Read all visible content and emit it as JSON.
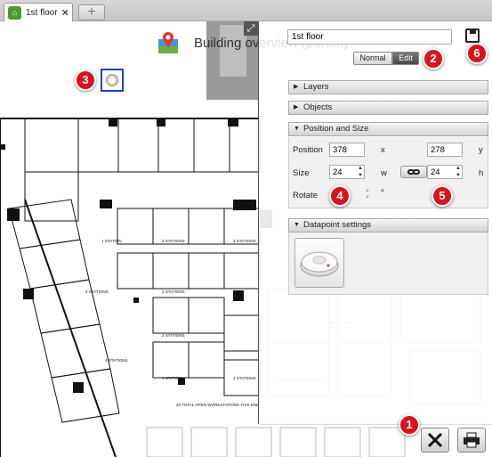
{
  "tab": {
    "label": "1st floor",
    "close": "✕",
    "add": "+"
  },
  "view": {
    "title": "Building overview (parent)"
  },
  "panel": {
    "name_value": "1st floor",
    "mode_normal": "Normal",
    "mode_edit": "Edit",
    "mode_selected": "Edit",
    "sections": {
      "layers": "Layers",
      "objects": "Objects",
      "position_size": "Position and Size",
      "datapoint": "Datapoint settings"
    },
    "position": {
      "label": "Position",
      "x_value": "378",
      "x_unit": "x",
      "y_value": "278",
      "y_unit": "y"
    },
    "size": {
      "label": "Size",
      "w_value": "24",
      "w_unit": "w",
      "h_value": "24",
      "h_unit": "h"
    },
    "rotate": {
      "label": "Rotate",
      "unit": "°"
    }
  },
  "plan_labels": [
    "1 STATION",
    "2 STATIONS",
    "4 STATIONS",
    "4 STATIONS",
    "2 STATIONS",
    "2 STATIONS",
    "4 STATIONS",
    "1 STATION",
    "4 STATIONS",
    "26 TOTAL OPEN WORKSTATIONS THIS END",
    "RECEPTION",
    "TOP • STORAGE BELOW"
  ],
  "badges": [
    "1",
    "2",
    "3",
    "4",
    "5",
    "6"
  ],
  "icons": {
    "tab": "building-icon",
    "save": "save-icon",
    "tools": "wrench-screwdriver-icon",
    "print": "printer-icon",
    "link": "chain-link-icon",
    "sensor": "smoke-detector-icon"
  },
  "colors": {
    "badge": "#d9141b",
    "selection": "#1c3fd6",
    "edit_active": "#555555"
  }
}
